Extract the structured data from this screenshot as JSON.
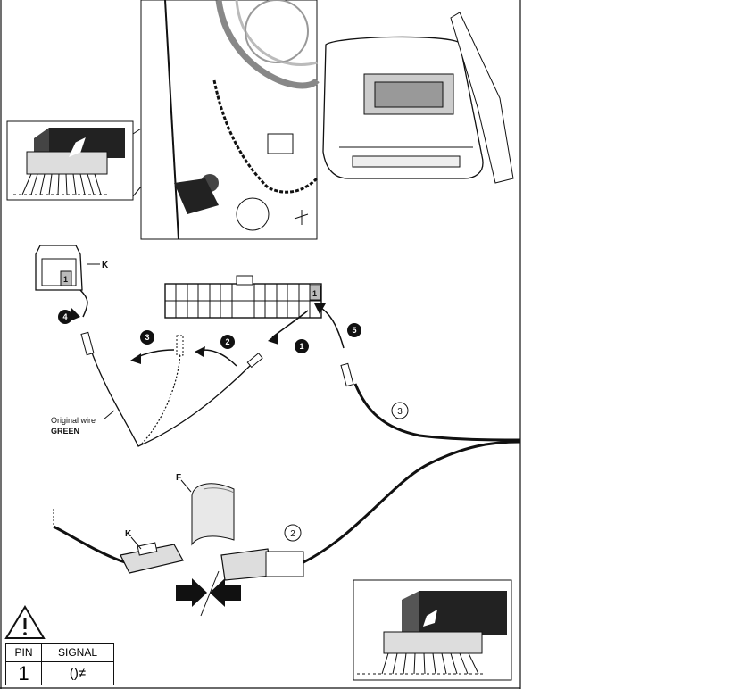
{
  "labels": {
    "k_top": "K",
    "k_bottom": "K",
    "f_label": "F",
    "original_wire": "Original wire",
    "wire_color": "GREEN",
    "pin_marker_left": "1",
    "pin_marker_right": "1"
  },
  "steps": {
    "s1": "1",
    "s2": "2",
    "s3": "3",
    "s4": "4",
    "s5": "5"
  },
  "circled": {
    "c2": "2",
    "c3": "3"
  },
  "legend": {
    "col_pin": "PIN",
    "col_signal": "SIGNAL",
    "pin_value": "1",
    "signal_icon": "rear-fog-lamp-icon",
    "signal_glyph": "()≠"
  },
  "warning_icon": "warning-triangle-icon",
  "colors": {
    "line": "#111111",
    "fill_gray": "#d8d8d8",
    "panel_dark": "#222222"
  }
}
